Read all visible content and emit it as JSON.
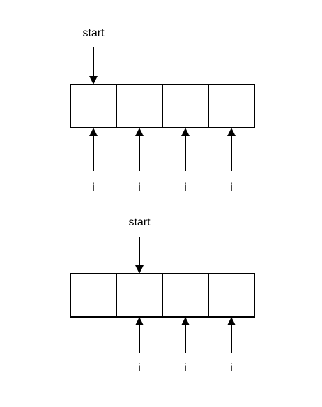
{
  "diagrams": [
    {
      "start_label": "start",
      "start_cell": 0,
      "cell_count": 4,
      "index_label": "i",
      "index_cells": [
        0,
        1,
        2,
        3
      ]
    },
    {
      "start_label": "start",
      "start_cell": 1,
      "cell_count": 4,
      "index_label": "i",
      "index_cells": [
        1,
        2,
        3
      ]
    }
  ],
  "colors": {
    "stroke": "#000000",
    "background": "#ffffff"
  }
}
